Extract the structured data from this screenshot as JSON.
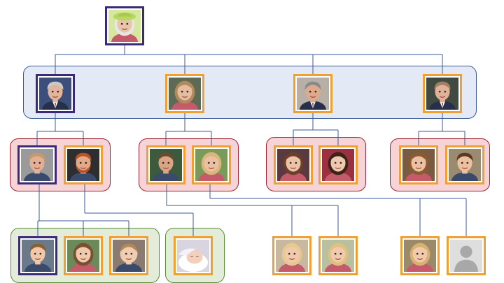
{
  "colors": {
    "line": "#3a5a95",
    "royal_frame": "#3b2a78",
    "spouse_frame": "#f0a030",
    "group_blue": "#e3e9f5",
    "group_red": "#f6d3d6",
    "group_green": "#e3ecd9"
  },
  "people": [
    {
      "id": "p0",
      "gen": 0,
      "frame": "royal",
      "portrait": "portrait-elderly-woman-hat-icon",
      "skin": "#e8c4a8",
      "hair": "#e6e6e6",
      "bg": "#d6e8a0"
    },
    {
      "id": "p1",
      "gen": 1,
      "frame": "royal",
      "portrait": "portrait-man-suit-icon",
      "skin": "#e2b49a",
      "hair": "#c9c9c9",
      "bg": "#3c4f7a"
    },
    {
      "id": "p2",
      "gen": 1,
      "frame": "spouse",
      "portrait": "portrait-woman-icon",
      "skin": "#e6bca0",
      "hair": "#b08a5a",
      "bg": "#5d6a55"
    },
    {
      "id": "p3",
      "gen": 1,
      "frame": "spouse",
      "portrait": "portrait-man-suit-icon",
      "skin": "#dfaa8c",
      "hair": "#8a8a8a",
      "bg": "#b8b0a6"
    },
    {
      "id": "p4",
      "gen": 1,
      "frame": "spouse",
      "portrait": "portrait-man-suit-icon",
      "skin": "#e2b298",
      "hair": "#a08060",
      "bg": "#404a40"
    },
    {
      "id": "p5",
      "gen": 2,
      "frame": "royal",
      "portrait": "portrait-man-icon",
      "skin": "#e3b095",
      "hair": "#c89a6a",
      "bg": "#9a9a9a"
    },
    {
      "id": "p6",
      "gen": 2,
      "frame": "spouse",
      "portrait": "portrait-man-beard-icon",
      "skin": "#e2a888",
      "hair": "#b5532a",
      "bg": "#2e2e2e"
    },
    {
      "id": "p7",
      "gen": 2,
      "frame": "spouse",
      "portrait": "portrait-man-icon",
      "skin": "#d9a585",
      "hair": "#6a4a30",
      "bg": "#3c5a3c"
    },
    {
      "id": "p8",
      "gen": 2,
      "frame": "spouse",
      "portrait": "portrait-woman-icon",
      "skin": "#ecc0a5",
      "hair": "#d8b878",
      "bg": "#7a9a5a"
    },
    {
      "id": "p9",
      "gen": 2,
      "frame": "spouse",
      "portrait": "portrait-woman-icon",
      "skin": "#ecc2a8",
      "hair": "#6a4028",
      "bg": "#5a3a40"
    },
    {
      "id": "p10",
      "gen": 2,
      "frame": "spouse",
      "portrait": "portrait-woman-icon",
      "skin": "#efc8b0",
      "hair": "#3a2418",
      "bg": "#9a3040"
    },
    {
      "id": "p11",
      "gen": 2,
      "frame": "spouse",
      "portrait": "portrait-girl-icon",
      "skin": "#ecc0a0",
      "hair": "#8a5a30",
      "bg": "#7a5a40"
    },
    {
      "id": "p12",
      "gen": 2,
      "frame": "spouse",
      "portrait": "portrait-boy-icon",
      "skin": "#ecc0a0",
      "hair": "#5a3a20",
      "bg": "#9a8a70"
    },
    {
      "id": "p13",
      "gen": 3,
      "frame": "royal",
      "portrait": "portrait-boy-icon",
      "skin": "#efc8a8",
      "hair": "#8a6030",
      "bg": "#6a7a8a"
    },
    {
      "id": "p14",
      "gen": 3,
      "frame": "spouse",
      "portrait": "portrait-girl-icon",
      "skin": "#f0caac",
      "hair": "#7a5030",
      "bg": "#6a8a5a"
    },
    {
      "id": "p15",
      "gen": 3,
      "frame": "spouse",
      "portrait": "portrait-baby-icon",
      "skin": "#f0ccb0",
      "hair": "#b08a5a",
      "bg": "#8a7a70"
    },
    {
      "id": "p16",
      "gen": 3,
      "frame": "spouse",
      "portrait": "portrait-newborn-icon",
      "skin": "#f2d0bc",
      "hair": "#e8e4f0",
      "bg": "#d8d4e0"
    },
    {
      "id": "p17",
      "gen": 3,
      "frame": "spouse",
      "portrait": "portrait-girl-icon",
      "skin": "#f0caac",
      "hair": "#e6c890",
      "bg": "#c8b8a0"
    },
    {
      "id": "p18",
      "gen": 3,
      "frame": "spouse",
      "portrait": "portrait-girl-icon",
      "skin": "#f0caac",
      "hair": "#e0c080",
      "bg": "#b8c0a0"
    },
    {
      "id": "p19",
      "gen": 3,
      "frame": "spouse",
      "portrait": "portrait-girl-icon",
      "skin": "#f0caac",
      "hair": "#d8b070",
      "bg": "#9a8a6a"
    },
    {
      "id": "p20",
      "gen": 3,
      "frame": "spouse",
      "portrait": "person-placeholder-icon",
      "skin": "#bdbdbd",
      "hair": "#bdbdbd",
      "bg": "#dedede"
    }
  ],
  "groups": [
    {
      "id": "g-gen1",
      "color": "blue",
      "members": [
        "p1",
        "p2",
        "p3",
        "p4"
      ]
    },
    {
      "id": "g-couple-a",
      "color": "red",
      "members": [
        "p5",
        "p6"
      ]
    },
    {
      "id": "g-couple-b",
      "color": "red",
      "members": [
        "p7",
        "p8"
      ]
    },
    {
      "id": "g-couple-c",
      "color": "red",
      "members": [
        "p9",
        "p10"
      ]
    },
    {
      "id": "g-couple-d",
      "color": "red",
      "members": [
        "p11",
        "p12"
      ]
    },
    {
      "id": "g-kids-a",
      "color": "green",
      "members": [
        "p13",
        "p14",
        "p15"
      ]
    },
    {
      "id": "g-kids-b",
      "color": "green",
      "members": [
        "p16"
      ]
    }
  ],
  "links": [
    {
      "parent": "p0",
      "children": [
        "p1",
        "p2",
        "p3",
        "p4"
      ]
    },
    {
      "parent": "p1",
      "children": [
        "p5",
        "p6"
      ]
    },
    {
      "parent": "p2",
      "children": [
        "p7",
        "p8"
      ]
    },
    {
      "parent": "p3",
      "children": [
        "p9",
        "p10"
      ]
    },
    {
      "parent": "p4",
      "children": [
        "p11",
        "p12"
      ]
    },
    {
      "parent": "p5",
      "children": [
        "p13",
        "p14",
        "p15"
      ]
    },
    {
      "parent": "p6",
      "children": [
        "p16"
      ]
    },
    {
      "parent": "p7",
      "children": [
        "p17",
        "p18"
      ]
    },
    {
      "parent": "p8",
      "children": [
        "p19",
        "p20"
      ]
    }
  ]
}
